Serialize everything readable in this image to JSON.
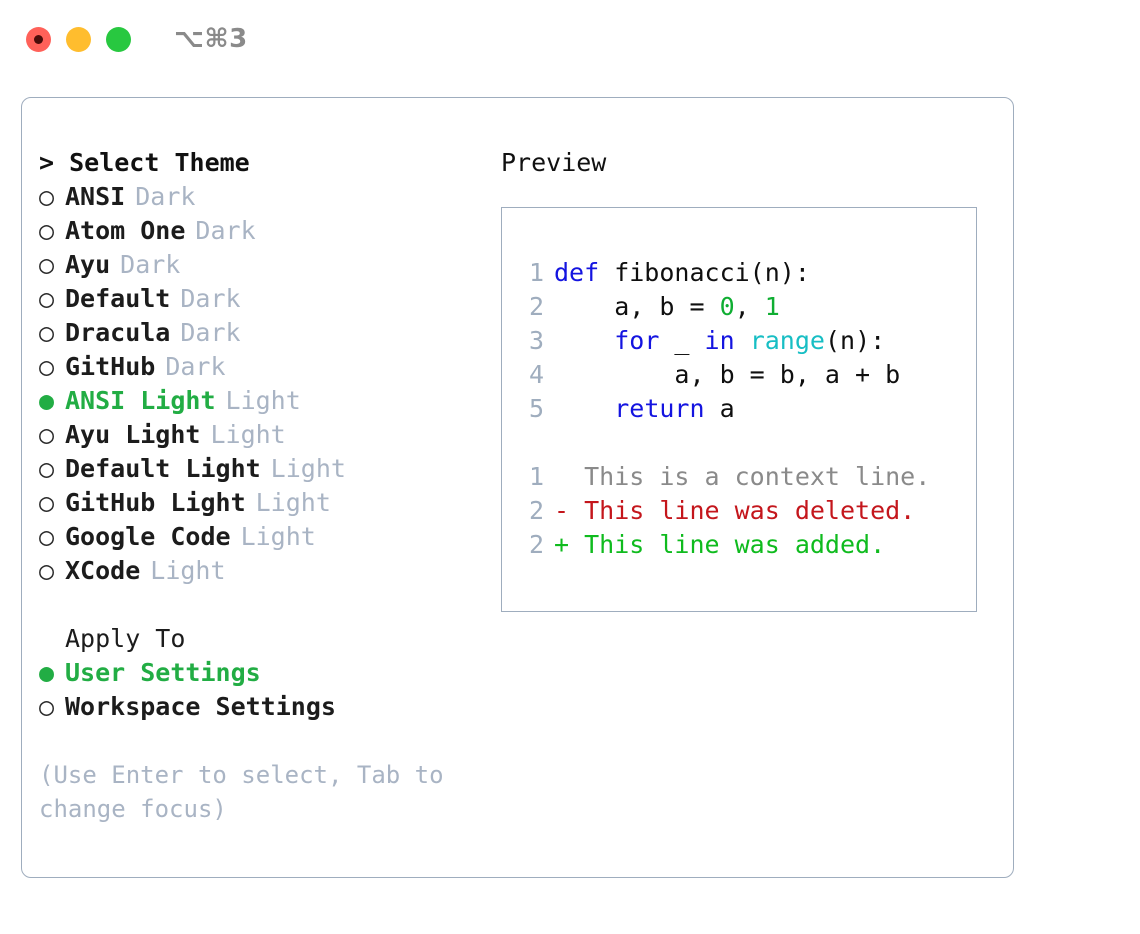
{
  "titlebar": {
    "shortcut": "⌥⌘3",
    "controls": [
      {
        "name": "close",
        "color": "#ff6159"
      },
      {
        "name": "minimize",
        "color": "#ffbd2e"
      },
      {
        "name": "maximize",
        "color": "#28c840"
      }
    ]
  },
  "theme_picker": {
    "header": "> Select Theme",
    "options": [
      {
        "bullet": "○",
        "label": "ANSI",
        "badge": "Dark",
        "selected": false
      },
      {
        "bullet": "○",
        "label": "Atom One",
        "badge": "Dark",
        "selected": false
      },
      {
        "bullet": "○",
        "label": "Ayu",
        "badge": "Dark",
        "selected": false
      },
      {
        "bullet": "○",
        "label": "Default",
        "badge": "Dark",
        "selected": false
      },
      {
        "bullet": "○",
        "label": "Dracula",
        "badge": "Dark",
        "selected": false
      },
      {
        "bullet": "○",
        "label": "GitHub",
        "badge": "Dark",
        "selected": false
      },
      {
        "bullet": "●",
        "label": "ANSI Light",
        "badge": "Light",
        "selected": true
      },
      {
        "bullet": "○",
        "label": "Ayu Light",
        "badge": "Light",
        "selected": false
      },
      {
        "bullet": "○",
        "label": "Default Light",
        "badge": "Light",
        "selected": false
      },
      {
        "bullet": "○",
        "label": "GitHub Light",
        "badge": "Light",
        "selected": false
      },
      {
        "bullet": "○",
        "label": "Google Code",
        "badge": "Light",
        "selected": false
      },
      {
        "bullet": "○",
        "label": "XCode",
        "badge": "Light",
        "selected": false
      }
    ]
  },
  "apply_to": {
    "header": "Apply To",
    "options": [
      {
        "bullet": "●",
        "label": "User Settings",
        "selected": true
      },
      {
        "bullet": "○",
        "label": "Workspace Settings",
        "selected": false
      }
    ]
  },
  "help": {
    "text": "(Use Enter to select, Tab to change focus)"
  },
  "preview": {
    "header": "Preview",
    "code_lines": [
      {
        "no": "1",
        "tokens": [
          {
            "t": "def",
            "c": "kw"
          },
          {
            "t": " fibonacci(n):",
            "c": "plain"
          }
        ]
      },
      {
        "no": "2",
        "tokens": [
          {
            "t": "    a, b = ",
            "c": "plain"
          },
          {
            "t": "0",
            "c": "num"
          },
          {
            "t": ", ",
            "c": "plain"
          },
          {
            "t": "1",
            "c": "num"
          }
        ]
      },
      {
        "no": "3",
        "tokens": [
          {
            "t": "    ",
            "c": "plain"
          },
          {
            "t": "for",
            "c": "kw"
          },
          {
            "t": " _ ",
            "c": "plain"
          },
          {
            "t": "in",
            "c": "kw"
          },
          {
            "t": " ",
            "c": "plain"
          },
          {
            "t": "range",
            "c": "builtin"
          },
          {
            "t": "(n):",
            "c": "plain"
          }
        ]
      },
      {
        "no": "4",
        "tokens": [
          {
            "t": "        a, b = b, a + b",
            "c": "plain"
          }
        ]
      },
      {
        "no": "5",
        "tokens": [
          {
            "t": "    ",
            "c": "plain"
          },
          {
            "t": "return",
            "c": "kw"
          },
          {
            "t": " a",
            "c": "plain"
          }
        ]
      }
    ],
    "diff_lines": [
      {
        "no": "1",
        "kind": "context",
        "text": "  This is a context line."
      },
      {
        "no": "2",
        "kind": "del",
        "text": "- This line was deleted."
      },
      {
        "no": "2",
        "kind": "add",
        "text": "+ This line was added."
      }
    ]
  },
  "colors": {
    "accent_green": "#22ad44",
    "muted": "#a9b4c4",
    "border": "#9fadbe",
    "keyword": "#1414e0",
    "number": "#0fae32",
    "builtin": "#17bec4",
    "diff_delete": "#c4161c",
    "diff_add": "#0fbb1e",
    "background": "#ffffff"
  }
}
